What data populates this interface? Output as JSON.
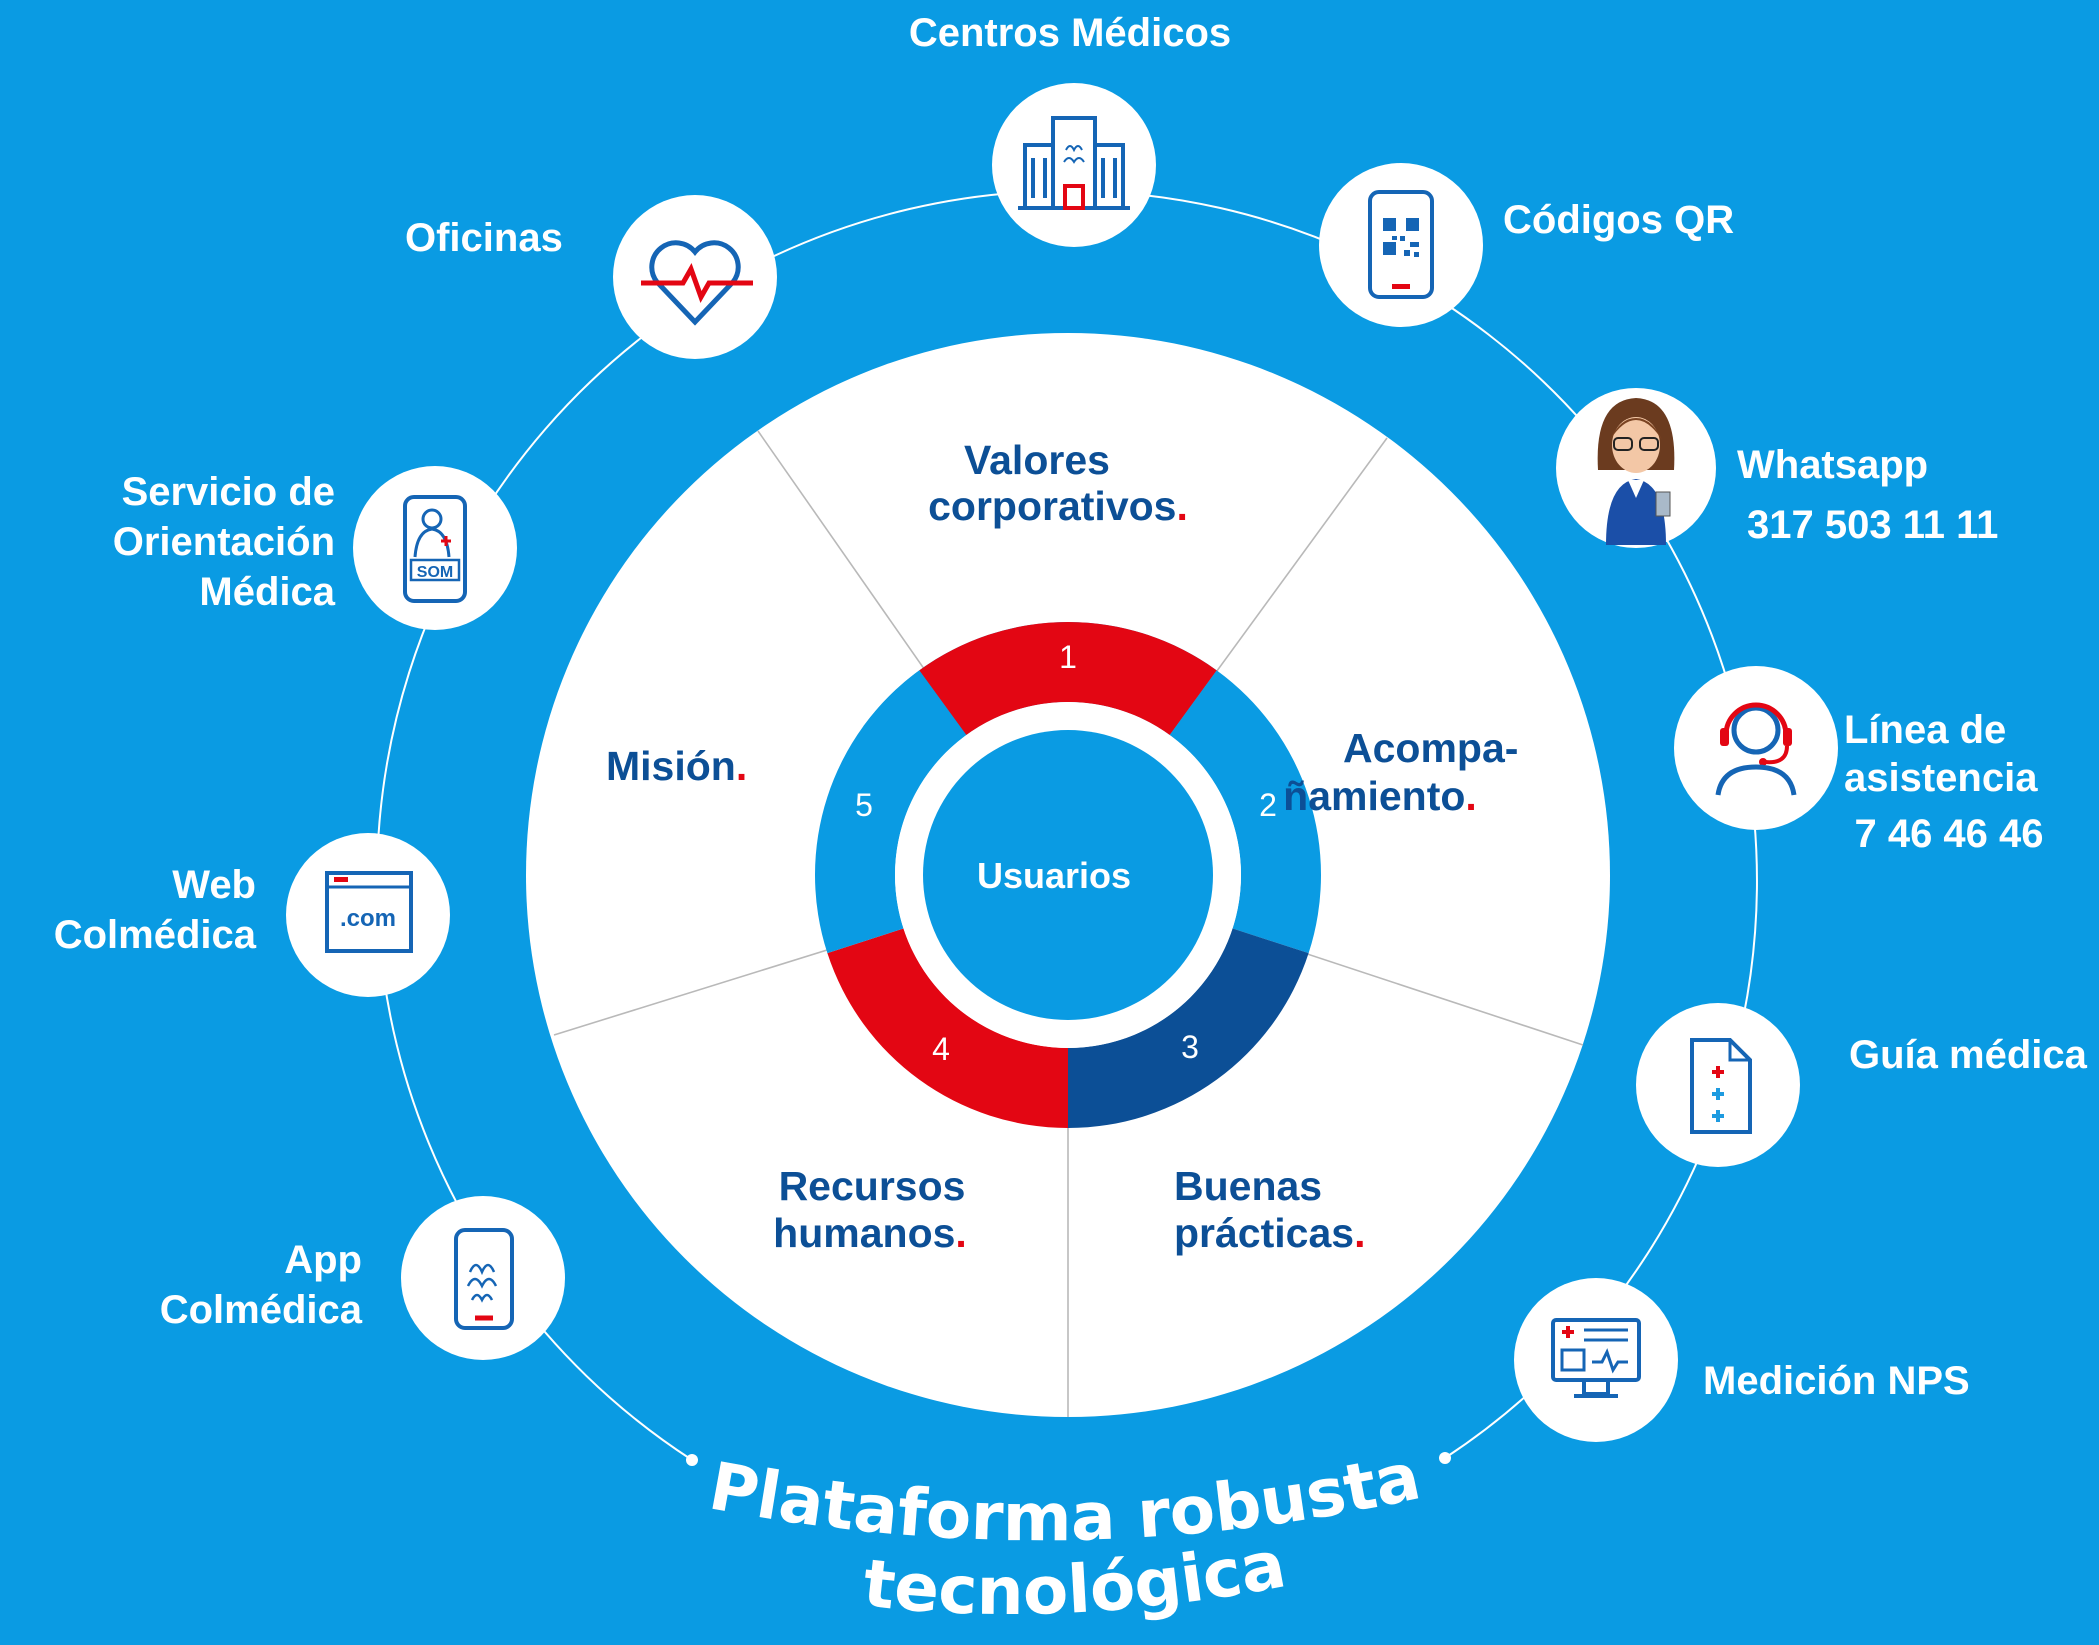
{
  "colors": {
    "background": "#0a9be3",
    "white": "#ffffff",
    "dark_blue": "#0c4f96",
    "red": "#e30613",
    "icon_blue": "#1565b5",
    "ring_blue": "#0a9be3"
  },
  "center": {
    "label": "Usuarios"
  },
  "wheel_segments": [
    {
      "text": [
        "Valores",
        "corporativos"
      ],
      "dot": "."
    },
    {
      "text": [
        "Acompa-",
        "ñamiento"
      ],
      "dot": "."
    },
    {
      "text": [
        "Buenas",
        "prácticas"
      ],
      "dot": "."
    },
    {
      "text": [
        "Recursos",
        "humanos"
      ],
      "dot": "."
    },
    {
      "text": [
        "Misión"
      ],
      "dot": "."
    }
  ],
  "ring_numbers": [
    "1",
    "2",
    "3",
    "4",
    "5"
  ],
  "channels": [
    {
      "label_lines": [
        "Centros Médicos"
      ],
      "icon": "building-icon"
    },
    {
      "label_lines": [
        "Códigos QR"
      ],
      "icon": "qr-phone-icon"
    },
    {
      "label_lines": [
        "Whatsapp",
        "317 503 11 11"
      ],
      "icon": "assistant-avatar-icon"
    },
    {
      "label_lines": [
        "Línea de",
        "asistencia",
        "7 46 46 46"
      ],
      "icon": "headset-icon"
    },
    {
      "label_lines": [
        "Guía médica"
      ],
      "icon": "medical-document-icon"
    },
    {
      "label_lines": [
        "Medición NPS"
      ],
      "icon": "monitor-chart-icon"
    },
    {
      "label_lines": [
        "App",
        "Colmédica"
      ],
      "icon": "mobile-app-icon"
    },
    {
      "label_lines": [
        "Web",
        "Colmédica"
      ],
      "icon": "web-browser-icon"
    },
    {
      "label_lines": [
        "Servicio de",
        "Orientación",
        "Médica"
      ],
      "icon": "doctor-phone-icon"
    },
    {
      "label_lines": [
        "Oficinas"
      ],
      "icon": "heart-pulse-icon"
    }
  ],
  "footer": {
    "line1": "Plataforma robusta",
    "line2": "tecnológica"
  },
  "som_badge": "SOM",
  "web_badge": ".com"
}
